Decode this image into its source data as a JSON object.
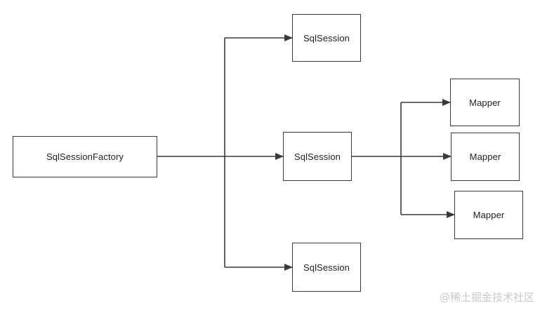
{
  "diagram": {
    "factory": {
      "label": "SqlSessionFactory"
    },
    "sessions": [
      {
        "label": "SqlSession"
      },
      {
        "label": "SqlSession"
      },
      {
        "label": "SqlSession"
      }
    ],
    "mappers": [
      {
        "label": "Mapper"
      },
      {
        "label": "Mapper"
      },
      {
        "label": "Mapper"
      }
    ],
    "edges": [
      {
        "from": "SqlSessionFactory",
        "to": "SqlSession (top)"
      },
      {
        "from": "SqlSessionFactory",
        "to": "SqlSession (middle)"
      },
      {
        "from": "SqlSessionFactory",
        "to": "SqlSession (bottom)"
      },
      {
        "from": "SqlSession (middle)",
        "to": "Mapper (top)"
      },
      {
        "from": "SqlSession (middle)",
        "to": "Mapper (middle)"
      },
      {
        "from": "SqlSession (middle)",
        "to": "Mapper (bottom)"
      }
    ],
    "line_color": "#3a3a3a"
  },
  "watermark": {
    "text": "@稀土掘金技术社区"
  }
}
